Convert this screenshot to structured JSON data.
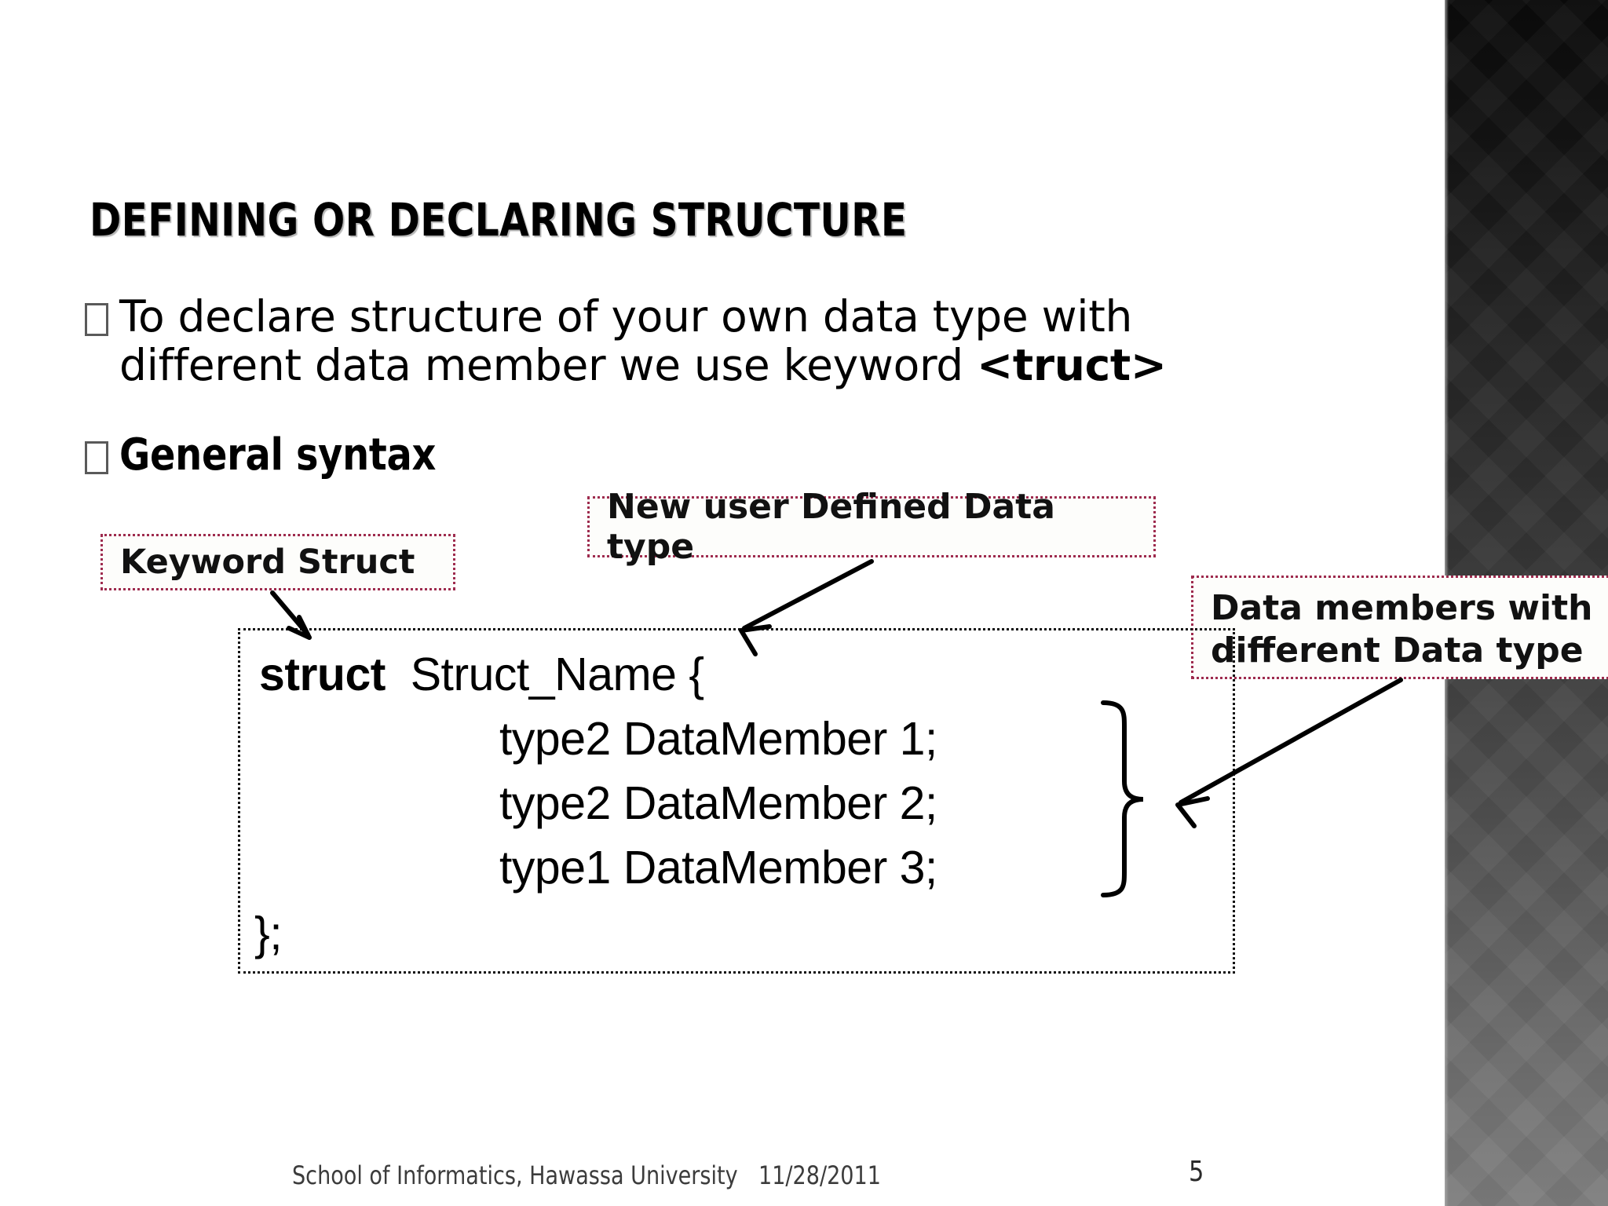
{
  "slide": {
    "title": "DEFINING OR DECLARING STRUCTURE",
    "bullets": [
      {
        "glyph": "missing-glyph-box",
        "text_before": "To declare structure of your own data type with different data member we use keyword ",
        "text_bold": "<truct>"
      },
      {
        "glyph": "missing-glyph-box",
        "text_bold": "General syntax"
      }
    ]
  },
  "callouts": {
    "keyword_struct": "Keyword Struct",
    "new_user_defined": "New user Defined Data type",
    "data_members_line1": "Data members with",
    "data_members_line2": "different Data type"
  },
  "code": {
    "line1_keyword": "struct",
    "line1_rest": "  Struct_Name {",
    "line2": "type2 DataMember 1;",
    "line3": "type2 DataMember 2;",
    "line4": "type1 DataMember 3;",
    "line5": "};"
  },
  "footer": {
    "organization": "School of Informatics, Hawassa University",
    "date": "11/28/2011",
    "page_number": "5"
  },
  "colors": {
    "callout_border": "#9e2b4e",
    "code_border": "#111111",
    "text": "#000000",
    "sidebar_top": "#0b0b0b",
    "sidebar_bottom": "#7d7d7d",
    "footer_text": "#3c3c3c"
  }
}
